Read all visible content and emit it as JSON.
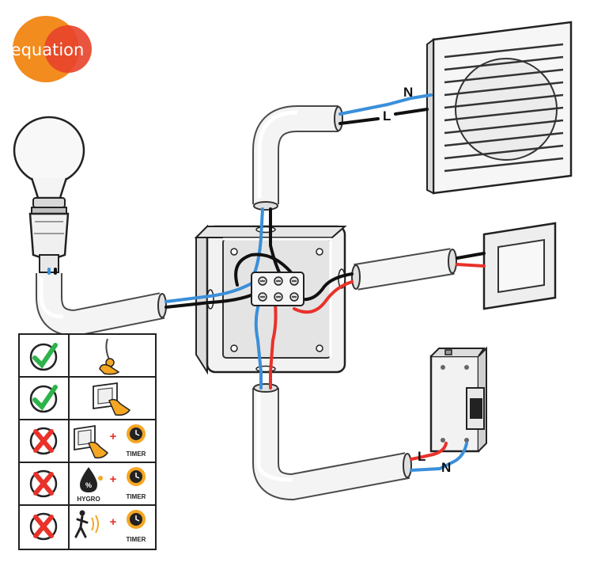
{
  "brand": {
    "logo_text": "equation",
    "logo_colors": [
      "#f28c1e",
      "#e8432a"
    ]
  },
  "wire_colors": {
    "neutral": "#3a8fd9",
    "live": "#111111",
    "switched": "#e8322a"
  },
  "fan_labels": {
    "neutral": "N",
    "live": "L"
  },
  "breaker_labels": {
    "live": "L",
    "neutral": "N"
  },
  "compatibility": {
    "rows": [
      {
        "status": "allowed",
        "mark_icon": "check-icon",
        "control": "pull-cord",
        "accessories": []
      },
      {
        "status": "allowed",
        "mark_icon": "check-icon",
        "control": "wall-switch",
        "accessories": []
      },
      {
        "status": "not-allowed",
        "mark_icon": "cross-icon",
        "control": "wall-switch",
        "accessories": [
          "timer"
        ]
      },
      {
        "status": "not-allowed",
        "mark_icon": "cross-icon",
        "control": "hygrostat",
        "accessories": [
          "timer"
        ]
      },
      {
        "status": "not-allowed",
        "mark_icon": "cross-icon",
        "control": "motion-sensor",
        "accessories": [
          "timer"
        ]
      }
    ],
    "labels": {
      "timer": "TIMER",
      "hygro": "HYGRO",
      "percent": "%",
      "plus": "+"
    },
    "colors": {
      "check": "#2db34a",
      "cross": "#e8322a",
      "accent": "#f5a623"
    }
  }
}
